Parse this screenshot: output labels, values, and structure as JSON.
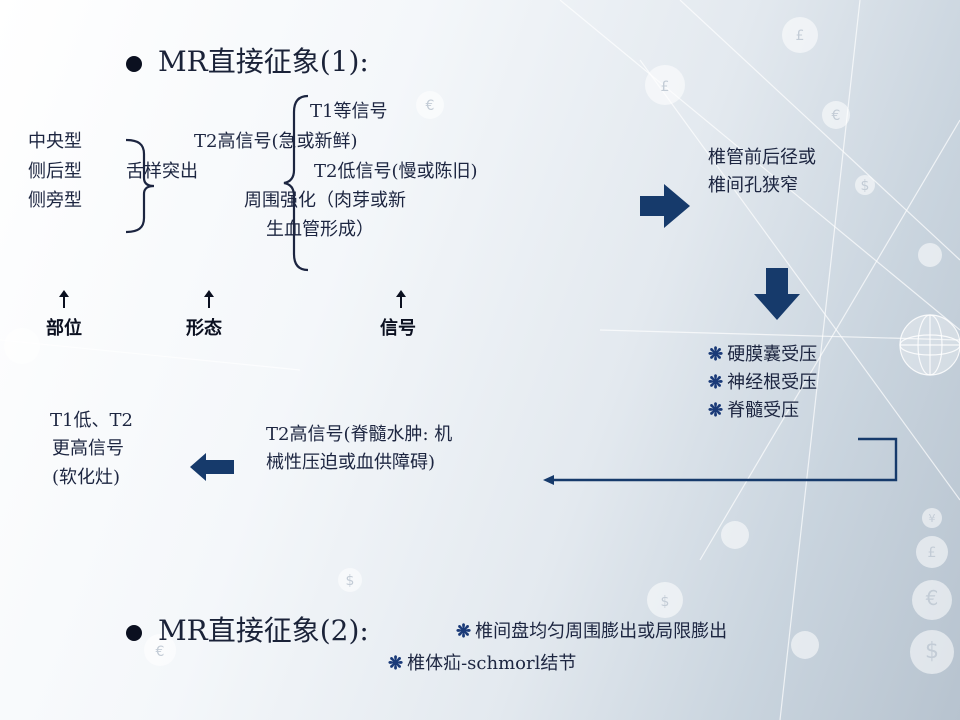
{
  "title1": {
    "bullet": "●",
    "text": "MR直接征象(1):"
  },
  "left_types": [
    "中央型",
    "侧后型",
    "侧旁型"
  ],
  "shape_text": "舌样突出",
  "signals": {
    "t1": "T1等信号",
    "t2": "T2高信号(急或新鲜)",
    "t2low": "T2低信号(慢或陈旧)",
    "enh1": "周围强化（肉芽或新",
    "enh2": "生血管形成）"
  },
  "labels": {
    "position": "部位",
    "shape": "形态",
    "signal": "信号"
  },
  "right_text": [
    "椎管前后径或",
    "椎间孔狭窄"
  ],
  "compress": [
    "硬膜囊受压",
    "神经根受压",
    "脊髓受压"
  ],
  "mid_text": [
    "T2高信号(脊髓水肿: 机",
    "械性压迫或血供障碍)"
  ],
  "left_bottom": [
    "T1低、T2",
    "更高信号",
    "(软化灶)"
  ],
  "title2": {
    "bullet": "●",
    "text": "MR直接征象(2):"
  },
  "sign2": [
    "椎间盘均匀周围膨出或局限膨出",
    "椎体疝-schmorl结节"
  ],
  "star_symbol": "❋",
  "colors": {
    "arrow_blue": "#163a6b",
    "text": "#1c2540"
  }
}
